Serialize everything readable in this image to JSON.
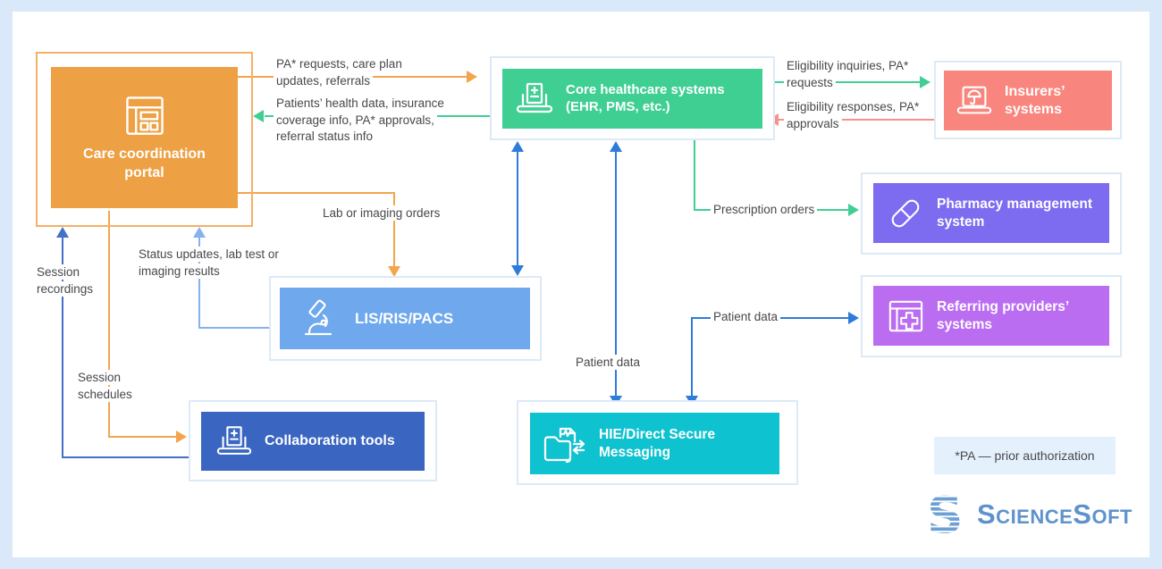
{
  "palette": {
    "background": "#d9e9f9",
    "panel": "#ffffff",
    "container_border": "#dceaf8",
    "portal_orange": "#eda044",
    "portal_border": "#f3b168",
    "core_green": "#40cf93",
    "insurers_salmon": "#f9867e",
    "pharmacy_purple": "#7d6bf0",
    "referring_violet": "#bb6df1",
    "lis_blue": "#6fa8ec",
    "collab_blue": "#3a66c1",
    "hie_teal": "#0fc2cf",
    "arrow_orange": "#f3a54e",
    "arrow_green": "#40cf93",
    "arrow_blue": "#2e7cd9",
    "arrow_light_blue": "#85b1f0",
    "arrow_dark_blue": "#4470c8",
    "arrow_salmon": "#f9908a",
    "label_text": "#48484e",
    "footnote_bg": "#e4f1fc",
    "logo_blue": "#5f92cd"
  },
  "nodes": {
    "portal": {
      "label": "Care coordination portal",
      "color": "#eda044"
    },
    "core": {
      "label": "Core healthcare systems (EHR, PMS, etc.)",
      "color": "#40cf93"
    },
    "insurers": {
      "label": "Insurers’ systems",
      "color": "#f9867e"
    },
    "pharmacy": {
      "label": "Pharmacy management system",
      "color": "#7d6bf0"
    },
    "referring": {
      "label": "Referring providers’ systems",
      "color": "#bb6df1"
    },
    "lis": {
      "label": "LIS/RIS/PACS",
      "color": "#6fa8ec"
    },
    "collab": {
      "label": "Collaboration tools",
      "color": "#3a66c1"
    },
    "hie": {
      "label": "HIE/Direct Secure Messaging",
      "color": "#0fc2cf"
    }
  },
  "edges": {
    "portal_to_core": "PA* requests, care plan updates, referrals",
    "core_to_portal": "Patients’ health data, insurance coverage info, PA* approvals, referral status info",
    "core_to_insurers": "Eligibility inquiries, PA* requests",
    "insurers_to_core": "Eligibility responses, PA* approvals",
    "core_to_pharmacy": "Prescription orders",
    "core_to_hie": "Patient data",
    "hie_to_referring": "Patient data",
    "portal_to_lis": "Lab or imaging orders",
    "lis_to_portal": "Status updates, lab test or imaging results",
    "collab_to_portal": "Session recordings",
    "portal_to_collab": "Session schedules"
  },
  "footnote": "*PA — prior authorization",
  "logo": {
    "text": "ScienceSoft"
  }
}
